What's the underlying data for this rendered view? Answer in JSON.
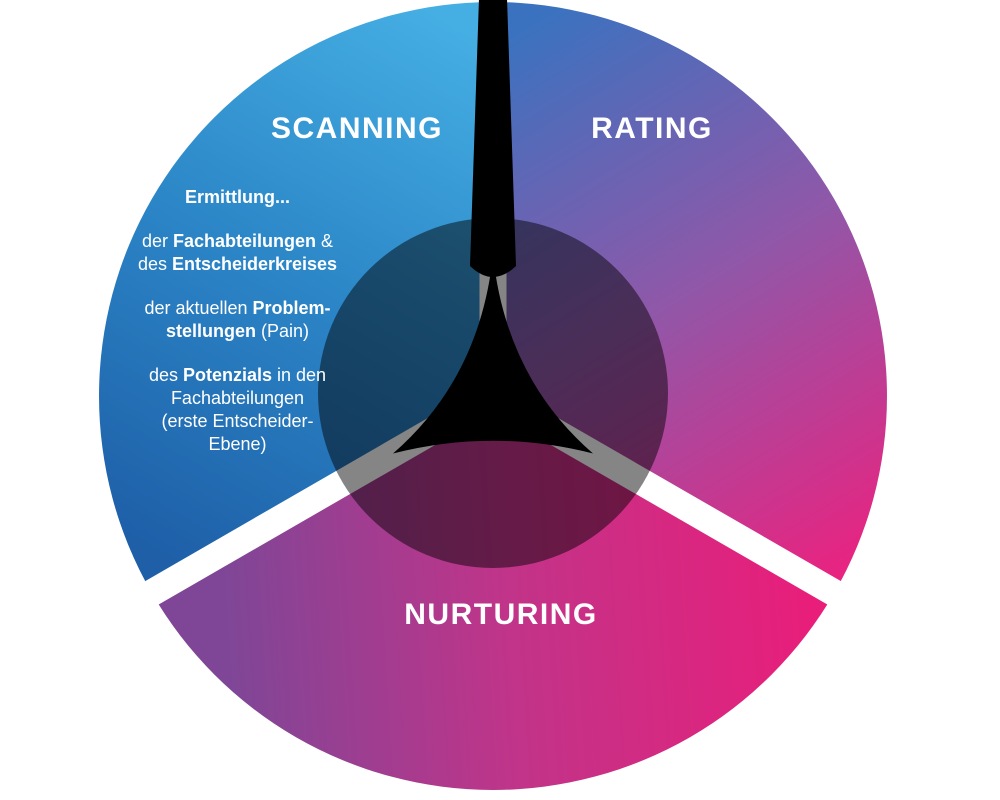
{
  "diagram": {
    "text_color": "#ffffff",
    "segments": [
      {
        "id": "scanning",
        "label": "SCANNING",
        "gradient": [
          "#45AEE3",
          "#2B85C6",
          "#1E5FA8"
        ]
      },
      {
        "id": "rating",
        "label": "RATING",
        "gradient": [
          "#3B72BF",
          "#8F58A9",
          "#E92380"
        ]
      },
      {
        "id": "nurturing",
        "label": "NURTURING",
        "gradient": [
          "#7F4697",
          "#C13489",
          "#EE1B78"
        ]
      }
    ],
    "overlay": {
      "gap_color": "#ffffff",
      "center_divider_color": "#000000",
      "center_circle_color": "#000000",
      "center_circle_opacity": "0.48"
    },
    "scanning_details": {
      "paragraphs": [
        [
          [
            {
              "t": "Ermittlung...",
              "b": true
            }
          ]
        ],
        [
          [
            {
              "t": "der ",
              "b": false
            },
            {
              "t": "Fachabteilungen",
              "b": true
            },
            {
              "t": " &",
              "b": false
            }
          ],
          [
            {
              "t": "des ",
              "b": false
            },
            {
              "t": "Entscheiderkreises",
              "b": true
            }
          ]
        ],
        [
          [
            {
              "t": "der aktuellen ",
              "b": false
            },
            {
              "t": "Problem-",
              "b": true
            }
          ],
          [
            {
              "t": "stellungen",
              "b": true
            },
            {
              "t": " (Pain)",
              "b": false
            }
          ]
        ],
        [
          [
            {
              "t": "des ",
              "b": false
            },
            {
              "t": "Potenzials",
              "b": true
            },
            {
              "t": " in den",
              "b": false
            }
          ],
          [
            {
              "t": "Fachabteilungen",
              "b": false
            }
          ],
          [
            {
              "t": "(erste Entscheider-",
              "b": false
            }
          ],
          [
            {
              "t": "Ebene)",
              "b": false
            }
          ]
        ]
      ]
    }
  }
}
